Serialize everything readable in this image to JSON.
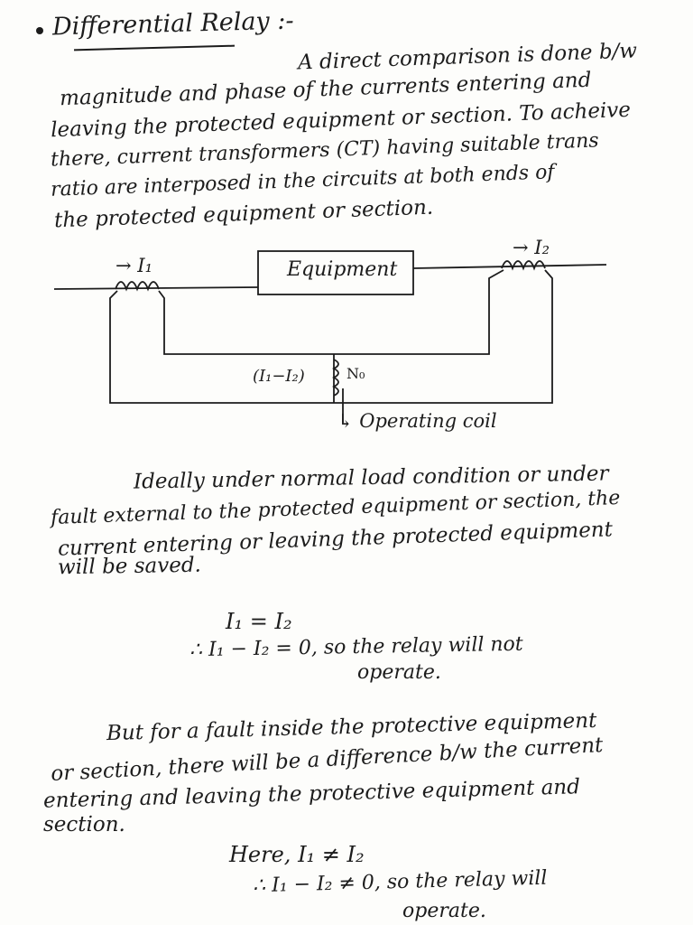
{
  "heading": {
    "bullet": "•",
    "title": "Differential Relay :-"
  },
  "para1": [
    "A direct comparison is done b/w",
    "magnitude and phase of the currents entering and",
    "leaving the protected equipment or section. To acheive",
    "there, current transformers (CT) having suitable trans",
    "ratio are interposed in the circuits at both ends of",
    "the protected equipment or section."
  ],
  "diagram": {
    "equipment_label": "Equipment",
    "current_in": "→ I₁",
    "current_out": "→ I₂",
    "coil_current": "(I₁−I₂)",
    "turns": "N₀",
    "coil_label": "↳ Operating coil"
  },
  "para2": [
    "Ideally under normal load condition or under",
    "fault external to the protected equipment or section, the",
    "current entering or leaving the protected equipment",
    "will be saved."
  ],
  "eq1": [
    "I₁ = I₂",
    "∴ I₁ − I₂ = 0, so the relay will not",
    "operate."
  ],
  "para3": [
    "But for a fault inside the protective equipment",
    "or section, there will be a difference b/w the current",
    "entering and leaving the protective equipment and",
    "section."
  ],
  "eq2": [
    "Here, I₁ ≠ I₂",
    "∴ I₁ − I₂ ≠ 0, so the relay will",
    "operate."
  ]
}
